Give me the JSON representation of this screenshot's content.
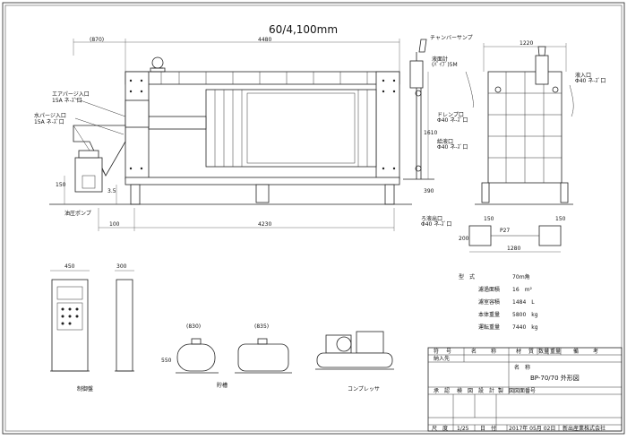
{
  "title": "60/4,100mm",
  "main_view": {
    "dim_top_left": "(870)",
    "dim_top_main": "4480",
    "dim_bottom": "4230",
    "dim_bottom_left": "100",
    "dim_height_left": "150",
    "dim_height_mid": "3.5",
    "label_air_inlet": "エアパージ入口",
    "label_air_inlet_spec": "15A ネ-ｽﾞ口",
    "label_out_inlet": "水パージ入口",
    "label_out_inlet_spec": "15A ネ-ｽﾞ口",
    "label_pump": "油圧ポンプ"
  },
  "side_view": {
    "label_tank": "チャンバーサンプ",
    "label_level": "液面計",
    "label_level_spec": "(ﾊﾟｲﾌﾟ)5M",
    "label_drain": "ドレンプ口",
    "label_drain_spec": "Φ40 ネ-ｽﾞ口",
    "label_feed": "給液口",
    "label_feed_spec": "Φ40 ネ-ｽﾞ口",
    "label_filtrate": "ろ液出口",
    "label_filtrate_spec": "Φ40 ネ-ｽﾞ口",
    "dim_height": "1610",
    "dim_mid": "390"
  },
  "end_view": {
    "dim_top": "1220",
    "label_top": "液入口",
    "label_top_spec": "Φ40 ネ-ｽﾞ口"
  },
  "base_plan": {
    "dim_left": "150",
    "dim_right": "150",
    "dim_total": "1280",
    "dim_height": "200",
    "dim_center": "P27"
  },
  "specs": [
    {
      "label": "型　式",
      "value": "70ｍ角"
    },
    {
      "label": "濾過面積",
      "value": "16　m²"
    },
    {
      "label": "濾室容積",
      "value": "1484　L"
    },
    {
      "label": "本体重量",
      "value": "5800　kg"
    },
    {
      "label": "運転重量",
      "value": "7440　kg"
    }
  ],
  "panel": {
    "dim_width": "450",
    "dim_side": "300",
    "label": "制御盤"
  },
  "tank": {
    "dim_front": "(830)",
    "dim_side": "(835)",
    "dim_height": "550",
    "label": "貯槽"
  },
  "compressor": {
    "label": "コンプレッサ"
  },
  "title_block": {
    "h_cols": [
      "符",
      "号",
      "名",
      "称",
      "材",
      "質",
      "数量",
      "重量",
      "備",
      "考"
    ],
    "customer_label": "納入先",
    "name_label": "名　称",
    "name_value": "BP-70/70 外形図",
    "drawn_label": "図面番号",
    "row_labels": [
      "承　認",
      "検　図",
      "設　計",
      "製　図"
    ],
    "scale_label": "尺　度",
    "scale_value": "1/25",
    "date_label": "日　付",
    "date_value": "2017年 05月 02日",
    "company": "新出産業株式会社"
  }
}
